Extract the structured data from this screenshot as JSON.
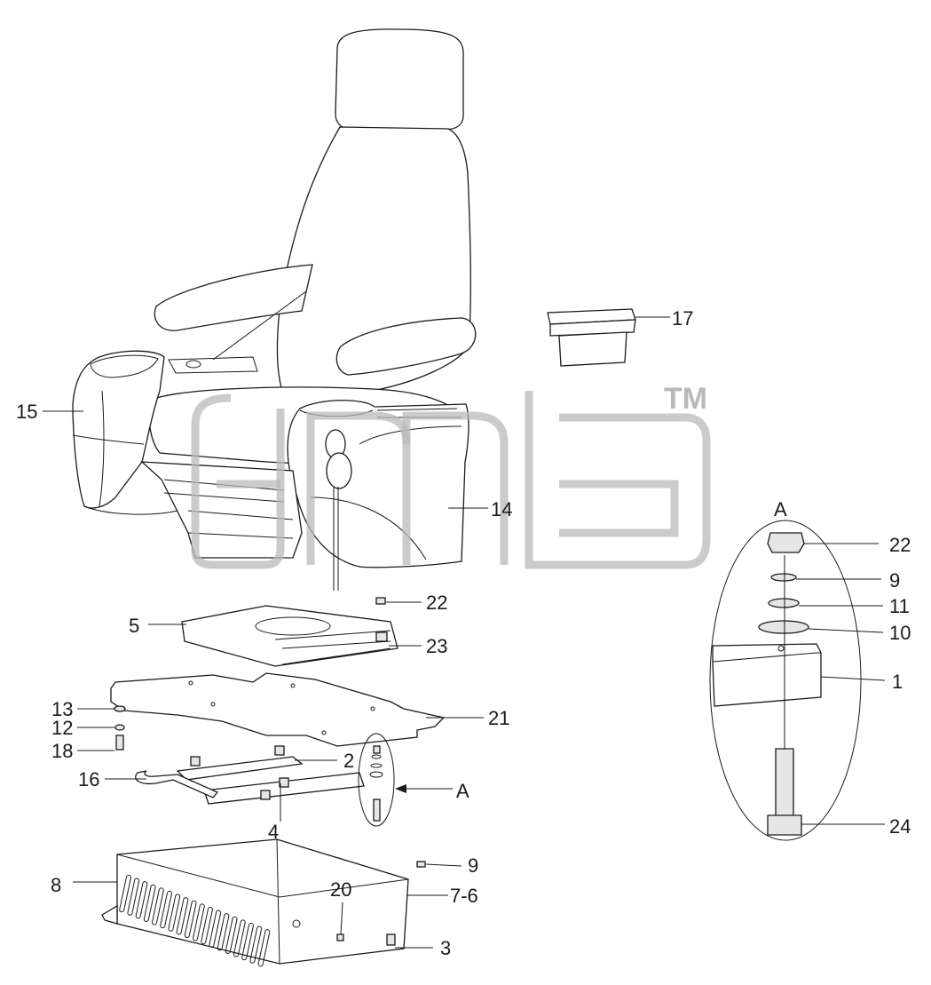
{
  "brand": {
    "logo_text": "amb",
    "trademark": "TM",
    "watermark_color": "#b9b9b9"
  },
  "detail_view": {
    "label": "A"
  },
  "callouts": {
    "c1": "1",
    "c2": "2",
    "c3": "3",
    "c4": "4",
    "c5": "5",
    "c7_6": "7-6",
    "c8": "8",
    "c9_detail": "9",
    "c9_box": "9",
    "c10": "10",
    "c11": "11",
    "c12": "12",
    "c13": "13",
    "c14": "14",
    "c15": "15",
    "c16": "16",
    "c17": "17",
    "c18": "18",
    "c20": "20",
    "c21": "21",
    "c22_top": "22",
    "c22_detail": "22",
    "c23": "23",
    "c24": "24",
    "arrow_A": "A"
  },
  "icons": {
    "arrow": "arrow-head-icon"
  }
}
